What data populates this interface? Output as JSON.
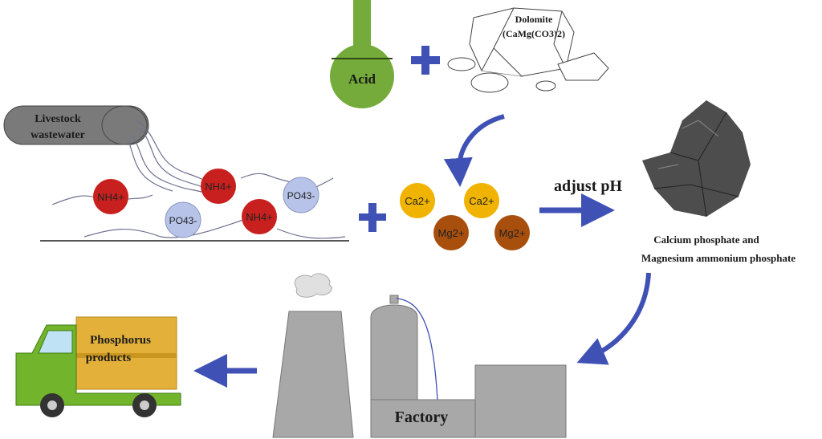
{
  "acid": {
    "label": "Acid"
  },
  "dolomite": {
    "name": "Dolomite",
    "formula": "(CaMg(CO3)2)"
  },
  "wastewater": {
    "line1": "Livestock",
    "line2": "wastewater"
  },
  "ions": {
    "nh4": "NH4+",
    "po4": "PO43-",
    "ca": "Ca2+",
    "mg": "Mg2+"
  },
  "step": {
    "adjust_ph": "adjust pH"
  },
  "product": {
    "line1": "Calcium phosphate and",
    "line2": "Magnesium ammonium phosphate"
  },
  "factory": {
    "label": "Factory"
  },
  "truck": {
    "line1": "Phosphorus",
    "line2": "products"
  },
  "colors": {
    "arrow": "#3f51b5",
    "acid": "#74ab3a",
    "nh4": "#c8201e",
    "po4": "#b7c3e8",
    "ca": "#f0b400",
    "mg": "#a94f0e",
    "factory": "#a8a8a8"
  }
}
